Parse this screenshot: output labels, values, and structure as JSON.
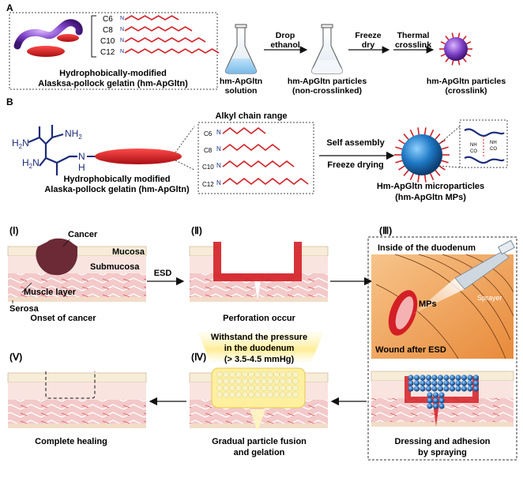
{
  "panel_a": {
    "letter": "A",
    "chains": [
      "C6",
      "C8",
      "C10",
      "C12"
    ],
    "title_line1": "Hydrophobically-modified",
    "title_line2": "Alasksa-pollock gelatin (hm-ApGltn)",
    "steps": {
      "drop_line1": "Drop",
      "drop_line2": "ethanol",
      "freeze_line1": "Freeze",
      "freeze_line2": "dry",
      "thermal_line1": "Thermal",
      "thermal_line2": "crosslink"
    },
    "flask1_line1": "hm-ApGltn",
    "flask1_line2": "solution",
    "flask2_line1": "hm-ApGltn particles",
    "flask2_line2": "(non-crosslinked)",
    "particle_line1": "hm-ApGltn particles",
    "particle_line2": "(crosslink)"
  },
  "panel_b": {
    "letter": "B",
    "chain_range_title": "Alkyl chain range",
    "chains": [
      "C6",
      "C8",
      "C10",
      "C12"
    ],
    "nh2_top": "NH",
    "h2n_left": "H",
    "h2n_mid": "H",
    "n_label": "N",
    "h_label": "H",
    "title_line1": "Hydrophobically modified",
    "title_line2": "Alaska-pollock gelatin (hm-ApGltn)",
    "self_assembly": "Self assembly",
    "freeze_drying": "Freeze drying",
    "mp_line1": "Hm-ApGltn microparticles",
    "mp_line2": "(hm-ApGltn MPs)",
    "inset_nh": "NH",
    "inset_co": "CO",
    "inset_nh2": "NH",
    "inset_co2": "CO"
  },
  "panel_c": {
    "roman1": "(Ⅰ)",
    "roman2": "(Ⅱ)",
    "roman3": "(Ⅲ)",
    "roman4": "(Ⅳ)",
    "roman5": "(Ⅴ)",
    "cancer": "Cancer",
    "mucosa": "Mucosa",
    "submucosa": "Submucosa",
    "muscle_layer": "Muscle layer",
    "serosa": "Serosa",
    "onset": "Onset of cancer",
    "esd": "ESD",
    "perforation": "Perforation occur",
    "inside_duodenum": "Inside of the duodenum",
    "sprayer": "Sprayer",
    "mps": "MPs",
    "wound": "Wound after ESD",
    "withstand_line1": "Withstand the pressure",
    "withstand_line2": "in the duodenum",
    "withstand_line3": "(> 3.5-4.5 mmHg)",
    "complete_healing": "Complete healing",
    "gradual_line1": "Gradual particle fusion",
    "gradual_line2": "and gelation",
    "dressing_line1": "Dressing and adhesion",
    "dressing_line2": "by spraying"
  },
  "colors": {
    "red": "#d31f26",
    "blue_sphere": "#1f79c4",
    "purple": "#7b4fa3",
    "navy": "#1c2a7a",
    "tissue_pink": "#f4cfcf",
    "mucosa_cream": "#f7ecd8",
    "cancer_brown": "#6b2a35"
  }
}
